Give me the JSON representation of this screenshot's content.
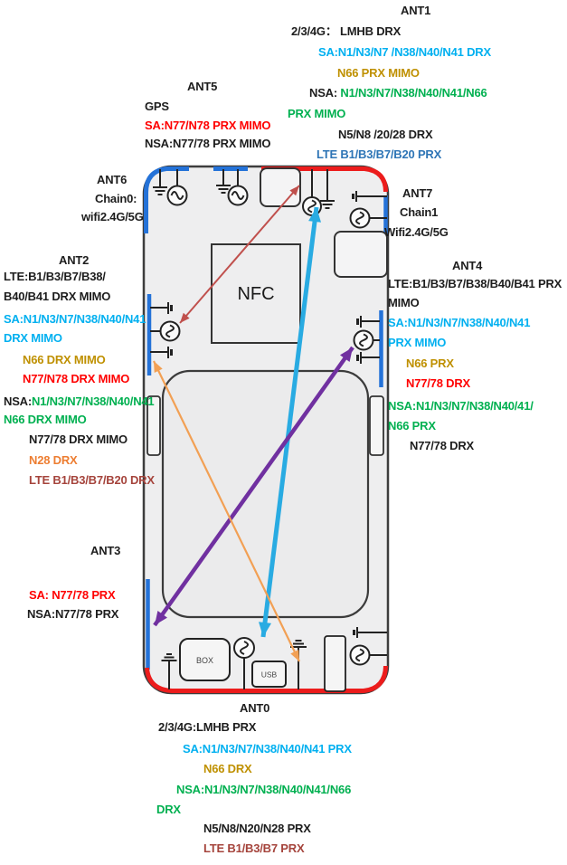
{
  "palette": {
    "black": "#1d1d1d",
    "cyan": "#00B0F0",
    "green": "#00B050",
    "gold": "#BF9000",
    "red": "#FF0000",
    "orange": "#ED7D31",
    "maroon": "#A5443C",
    "blue": "#2E75B6",
    "edgeBlue": "#2472D8",
    "edgeRed": "#EC1C1C",
    "arrowBrown": "#C0504D",
    "arrowCyan": "#29ABE2",
    "arrowPurple": "#7030A0",
    "arrowOrange": "#F2A054"
  },
  "phone": {
    "nfc": "NFC",
    "box": "BOX",
    "usb": "USB"
  },
  "annotations": {
    "ant1": {
      "title": "ANT1",
      "g234": "2/3/4G： LMHB DRX",
      "sa": "SA:N1/N3/N7 /N38/N40/N41 DRX",
      "n66": "N66 PRX MIMO",
      "nsa_prefix": "NSA: ",
      "nsa_rest": "N1/N3/N7/N38/N40/N41/N66",
      "prx_mimo": "PRX MIMO",
      "n5": "N5/N8 /20/28 DRX",
      "lte": "LTE B1/B3/B7/B20 PRX"
    },
    "ant5": {
      "title": "ANT5",
      "gps": "GPS",
      "sa": "SA:N77/N78 PRX MIMO",
      "nsa": "NSA:N77/78 PRX MIMO"
    },
    "ant6": {
      "title": "ANT6",
      "chain": "Chain0:",
      "wifi": "wifi2.4G/5G"
    },
    "ant7": {
      "title": "ANT7",
      "chain": "Chain1",
      "wifi": "Wifi2.4G/5G"
    },
    "ant2": {
      "title": "ANT2",
      "lte1": "LTE:B1/B3/B7/B38/",
      "lte2": "B40/B41 DRX MIMO",
      "sa1": "SA:N1/N3/N7/N38/N40/N41",
      "sa2": "DRX MIMO",
      "n66a": "N66 DRX MIMO",
      "n77a": "N77/N78 DRX MIMO",
      "nsa_prefix": "NSA:",
      "nsa_rest": "N1/N3/N7/N38/N40/N41",
      "n66b": "N66 DRX MIMO",
      "n77b": "N77/78 DRX MIMO",
      "n28": "N28 DRX",
      "lte3": "LTE B1/B3/B7/B20 DRX"
    },
    "ant3": {
      "title": "ANT3",
      "sa": "SA:  N77/78 PRX",
      "nsa": "NSA:N77/78 PRX"
    },
    "ant4": {
      "title": "ANT4",
      "lte1": "LTE:B1/B3/B7/B38/B40/B41 PRX",
      "lte2": "MIMO",
      "sa1": "SA:N1/N3/N7/N38/N40/N41",
      "sa2": "PRX MIMO",
      "n66": "N66 PRX",
      "n77": "N77/78 DRX",
      "nsa": "NSA:N1/N3/N7/N38/N40/41/",
      "n66b": "N66 PRX",
      "n77b": "N77/78 DRX"
    },
    "ant0": {
      "title": "ANT0",
      "g234": "2/3/4G:LMHB PRX",
      "sa": "SA:N1/N3/N7/N38/N40/N41 PRX",
      "n66": "N66 DRX",
      "nsa": "NSA:N1/N3/N7/N38/N40/N41/N66",
      "drx": "DRX",
      "n5": "N5/N8/N20/N28 PRX",
      "lte": "LTE B1/B3/B7 PRX"
    }
  }
}
